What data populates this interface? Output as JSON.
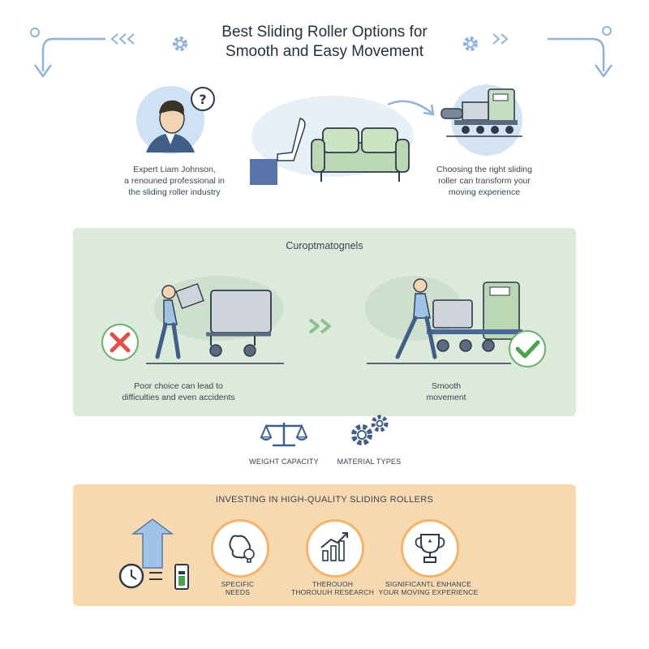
{
  "title": {
    "line1": "Best Sliding Roller Options for",
    "line2": "Smooth and Easy Movement"
  },
  "intro": {
    "expert_caption": [
      "Expert Liam Johnson,",
      "a renouned professional in",
      "the sliding roller industry"
    ],
    "right_caption": [
      "Choosing the right sliding",
      "roller can transform your",
      "moving experience"
    ]
  },
  "comparison": {
    "title": "Curoptmatognels",
    "bad_caption": [
      "Poor choice can lead to",
      "difficulties and even accidents"
    ],
    "good_caption": [
      "Smooth",
      "movement"
    ]
  },
  "factors": {
    "weight": "WEIGHT CAPACITY",
    "material": "MATERIAL TYPES"
  },
  "investing": {
    "title": "INVESTING IN HIGH-QUALITY SLIDING ROLLERS",
    "items": [
      {
        "lines": [
          "SPECIFIC",
          "NEEDS"
        ]
      },
      {
        "lines": [
          "THEROUOH",
          "THOROUUH RESEARCH"
        ]
      },
      {
        "lines": [
          "SIGNIFICANTL ENHANCE",
          "YOUR MOVING EXPERIENCE"
        ]
      }
    ]
  },
  "colors": {
    "green_panel": "#dceadb",
    "orange_panel": "#f6d9b1",
    "accent_blue": "#9fc3e6",
    "check_green": "#4aa34a",
    "cross_red": "#e0504a"
  }
}
